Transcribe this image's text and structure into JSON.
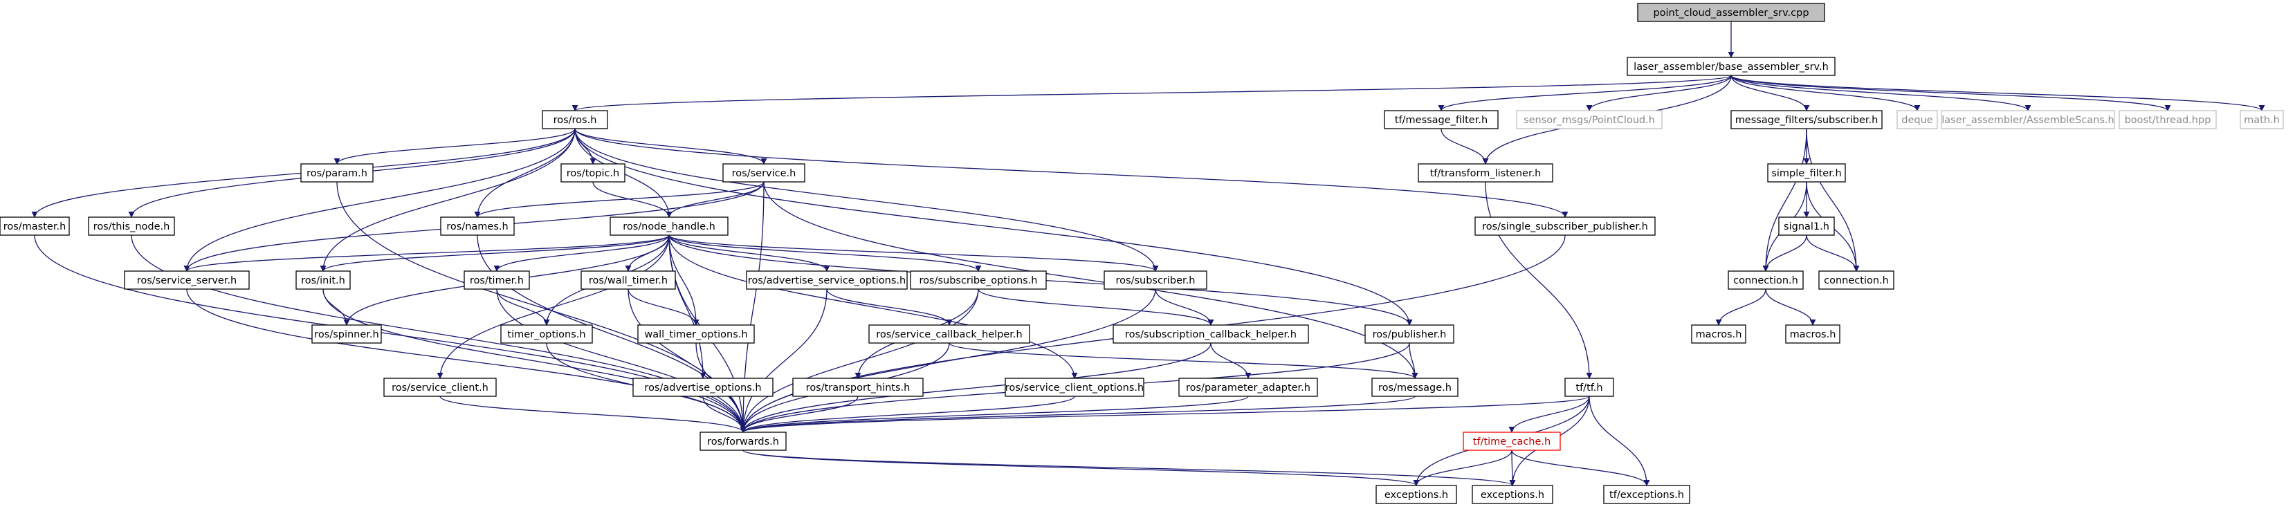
{
  "colors": {
    "edge": "#191970",
    "root_fill": "#bfbfbf",
    "node_border": "#000000",
    "external_border": "#bfbfbf",
    "external_text": "#8a8a8a",
    "highlight_border": "#ff0000"
  },
  "nodes": [
    {
      "id": "root",
      "label": "point_cloud_assembler_srv.cpp",
      "kind": "root"
    },
    {
      "id": "bas",
      "label": "laser_assembler/base_assembler_srv.h",
      "kind": "normal"
    },
    {
      "id": "rosros",
      "label": "ros/ros.h",
      "kind": "normal"
    },
    {
      "id": "tfmf",
      "label": "tf/message_filter.h",
      "kind": "normal"
    },
    {
      "id": "sensor",
      "label": "sensor_msgs/PointCloud.h",
      "kind": "external"
    },
    {
      "id": "mfsub",
      "label": "message_filters/subscriber.h",
      "kind": "normal"
    },
    {
      "id": "deque",
      "label": "deque",
      "kind": "external"
    },
    {
      "id": "lasc",
      "label": "laser_assembler/AssembleScans.h",
      "kind": "external"
    },
    {
      "id": "thread",
      "label": "boost/thread.hpp",
      "kind": "external"
    },
    {
      "id": "math",
      "label": "math.h",
      "kind": "external"
    },
    {
      "id": "tftl",
      "label": "tf/transform_listener.h",
      "kind": "normal"
    },
    {
      "id": "sfilt",
      "label": "simple_filter.h",
      "kind": "normal"
    },
    {
      "id": "sig1",
      "label": "signal1.h",
      "kind": "normal"
    },
    {
      "id": "conn1",
      "label": "connection.h",
      "kind": "normal"
    },
    {
      "id": "conn2",
      "label": "connection.h",
      "kind": "normal"
    },
    {
      "id": "mac1",
      "label": "macros.h",
      "kind": "normal"
    },
    {
      "id": "mac2",
      "label": "macros.h",
      "kind": "normal"
    },
    {
      "id": "master",
      "label": "ros/master.h",
      "kind": "normal"
    },
    {
      "id": "thisnode",
      "label": "ros/this_node.h",
      "kind": "normal"
    },
    {
      "id": "param",
      "label": "ros/param.h",
      "kind": "normal"
    },
    {
      "id": "topic",
      "label": "ros/topic.h",
      "kind": "normal"
    },
    {
      "id": "service",
      "label": "ros/service.h",
      "kind": "normal"
    },
    {
      "id": "ssp",
      "label": "ros/single_subscriber_publisher.h",
      "kind": "normal"
    },
    {
      "id": "names",
      "label": "ros/names.h",
      "kind": "normal"
    },
    {
      "id": "nh",
      "label": "ros/node_handle.h",
      "kind": "normal"
    },
    {
      "id": "sserver",
      "label": "ros/service_server.h",
      "kind": "normal"
    },
    {
      "id": "init",
      "label": "ros/init.h",
      "kind": "normal"
    },
    {
      "id": "timer",
      "label": "ros/timer.h",
      "kind": "normal"
    },
    {
      "id": "wtimer",
      "label": "ros/wall_timer.h",
      "kind": "normal"
    },
    {
      "id": "aso",
      "label": "ros/advertise_service_options.h",
      "kind": "normal"
    },
    {
      "id": "subopt",
      "label": "ros/subscribe_options.h",
      "kind": "normal"
    },
    {
      "id": "subscriber",
      "label": "ros/subscriber.h",
      "kind": "normal"
    },
    {
      "id": "publisher",
      "label": "ros/publisher.h",
      "kind": "normal"
    },
    {
      "id": "spinner",
      "label": "ros/spinner.h",
      "kind": "normal"
    },
    {
      "id": "topt",
      "label": "timer_options.h",
      "kind": "normal"
    },
    {
      "id": "wtopt",
      "label": "wall_timer_options.h",
      "kind": "normal"
    },
    {
      "id": "scbh",
      "label": "ros/service_callback_helper.h",
      "kind": "normal"
    },
    {
      "id": "subcbh",
      "label": "ros/subscription_callback_helper.h",
      "kind": "normal"
    },
    {
      "id": "sclient",
      "label": "ros/service_client.h",
      "kind": "normal"
    },
    {
      "id": "advopt",
      "label": "ros/advertise_options.h",
      "kind": "normal"
    },
    {
      "id": "thints",
      "label": "ros/transport_hints.h",
      "kind": "normal"
    },
    {
      "id": "scopt",
      "label": "ros/service_client_options.h",
      "kind": "normal"
    },
    {
      "id": "padapt",
      "label": "ros/parameter_adapter.h",
      "kind": "normal"
    },
    {
      "id": "message",
      "label": "ros/message.h",
      "kind": "normal"
    },
    {
      "id": "tftf",
      "label": "tf/tf.h",
      "kind": "normal"
    },
    {
      "id": "fwd",
      "label": "ros/forwards.h",
      "kind": "normal"
    },
    {
      "id": "tcache",
      "label": "tf/time_cache.h",
      "kind": "red"
    },
    {
      "id": "exc1",
      "label": "exceptions.h",
      "kind": "normal"
    },
    {
      "id": "exc2",
      "label": "exceptions.h",
      "kind": "normal"
    },
    {
      "id": "tfexc",
      "label": "tf/exceptions.h",
      "kind": "normal"
    }
  ],
  "edges": [
    [
      "root",
      "bas"
    ],
    [
      "bas",
      "rosros"
    ],
    [
      "bas",
      "tfmf"
    ],
    [
      "bas",
      "sensor"
    ],
    [
      "bas",
      "mfsub"
    ],
    [
      "bas",
      "deque"
    ],
    [
      "bas",
      "lasc"
    ],
    [
      "bas",
      "thread"
    ],
    [
      "bas",
      "math"
    ],
    [
      "bas",
      "tftl"
    ],
    [
      "tfmf",
      "tftl"
    ],
    [
      "tftl",
      "tftf"
    ],
    [
      "mfsub",
      "sfilt"
    ],
    [
      "mfsub",
      "conn1"
    ],
    [
      "mfsub",
      "conn2"
    ],
    [
      "sfilt",
      "sig1"
    ],
    [
      "sfilt",
      "conn1"
    ],
    [
      "sfilt",
      "conn2"
    ],
    [
      "sig1",
      "conn1"
    ],
    [
      "sig1",
      "conn2"
    ],
    [
      "conn1",
      "mac1"
    ],
    [
      "conn1",
      "mac2"
    ],
    [
      "rosros",
      "master"
    ],
    [
      "rosros",
      "thisnode"
    ],
    [
      "rosros",
      "param"
    ],
    [
      "rosros",
      "topic"
    ],
    [
      "rosros",
      "service"
    ],
    [
      "rosros",
      "ssp"
    ],
    [
      "rosros",
      "names"
    ],
    [
      "rosros",
      "nh"
    ],
    [
      "rosros",
      "sserver"
    ],
    [
      "rosros",
      "init"
    ],
    [
      "rosros",
      "subscriber"
    ],
    [
      "rosros",
      "publisher"
    ],
    [
      "master",
      "fwd"
    ],
    [
      "thisnode",
      "fwd"
    ],
    [
      "param",
      "fwd"
    ],
    [
      "topic",
      "nh"
    ],
    [
      "service",
      "names"
    ],
    [
      "service",
      "nh"
    ],
    [
      "service",
      "fwd"
    ],
    [
      "service",
      "message"
    ],
    [
      "service",
      "sserver"
    ],
    [
      "ssp",
      "fwd"
    ],
    [
      "names",
      "fwd"
    ],
    [
      "nh",
      "sserver"
    ],
    [
      "nh",
      "init"
    ],
    [
      "nh",
      "timer"
    ],
    [
      "nh",
      "wtimer"
    ],
    [
      "nh",
      "aso"
    ],
    [
      "nh",
      "subopt"
    ],
    [
      "nh",
      "subscriber"
    ],
    [
      "nh",
      "publisher"
    ],
    [
      "nh",
      "spinner"
    ],
    [
      "nh",
      "topt"
    ],
    [
      "nh",
      "wtopt"
    ],
    [
      "nh",
      "sclient"
    ],
    [
      "nh",
      "advopt"
    ],
    [
      "nh",
      "scopt"
    ],
    [
      "nh",
      "fwd"
    ],
    [
      "sserver",
      "fwd"
    ],
    [
      "init",
      "spinner"
    ],
    [
      "init",
      "fwd"
    ],
    [
      "timer",
      "topt"
    ],
    [
      "timer",
      "fwd"
    ],
    [
      "wtimer",
      "wtopt"
    ],
    [
      "wtimer",
      "fwd"
    ],
    [
      "aso",
      "scbh"
    ],
    [
      "aso",
      "fwd"
    ],
    [
      "subopt",
      "thints"
    ],
    [
      "subopt",
      "subcbh"
    ],
    [
      "subopt",
      "fwd"
    ],
    [
      "subscriber",
      "subcbh"
    ],
    [
      "subscriber",
      "fwd"
    ],
    [
      "publisher",
      "message"
    ],
    [
      "publisher",
      "fwd"
    ],
    [
      "topt",
      "fwd"
    ],
    [
      "wtopt",
      "fwd"
    ],
    [
      "scbh",
      "message"
    ],
    [
      "scbh",
      "fwd"
    ],
    [
      "subcbh",
      "padapt"
    ],
    [
      "subcbh",
      "fwd"
    ],
    [
      "sclient",
      "fwd"
    ],
    [
      "advopt",
      "fwd"
    ],
    [
      "thints",
      "fwd"
    ],
    [
      "scopt",
      "fwd"
    ],
    [
      "padapt",
      "fwd"
    ],
    [
      "message",
      "fwd"
    ],
    [
      "fwd",
      "exc1"
    ],
    [
      "fwd",
      "exc2"
    ],
    [
      "tftf",
      "tcache"
    ],
    [
      "tftf",
      "exc1"
    ],
    [
      "tftf",
      "exc2"
    ],
    [
      "tftf",
      "tfexc"
    ],
    [
      "tftf",
      "fwd"
    ],
    [
      "tcache",
      "exc1"
    ],
    [
      "tcache",
      "exc2"
    ],
    [
      "tcache",
      "tfexc"
    ]
  ]
}
